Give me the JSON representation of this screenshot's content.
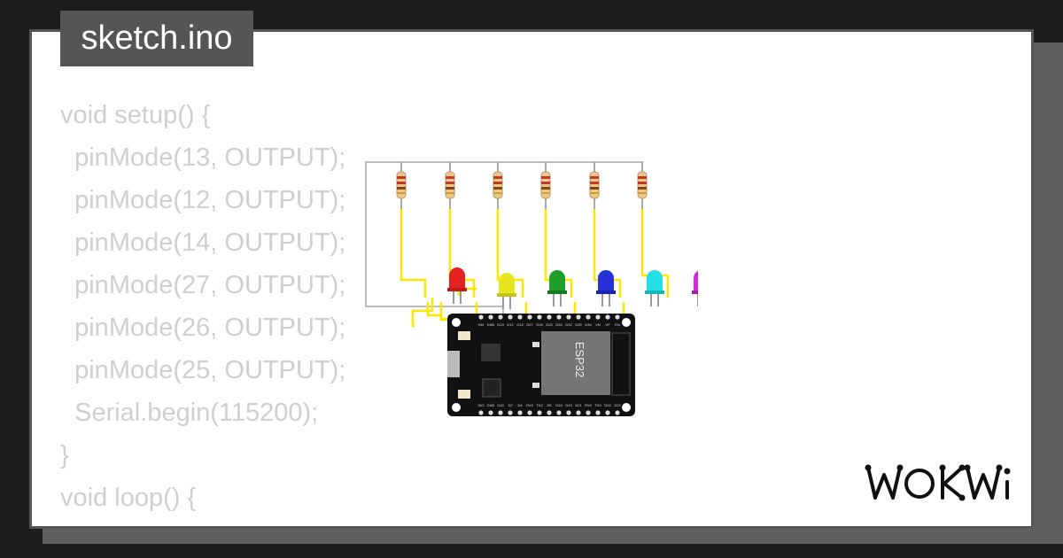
{
  "tab": {
    "title": "sketch.ino"
  },
  "code_lines": [
    "void setup() {",
    "  pinMode(13, OUTPUT);",
    "  pinMode(12, OUTPUT);",
    "  pinMode(14, OUTPUT);",
    "  pinMode(27, OUTPUT);",
    "  pinMode(26, OUTPUT);",
    "  pinMode(25, OUTPUT);",
    "  Serial.begin(115200);",
    "}",
    "",
    "void loop() {"
  ],
  "board": {
    "name": "ESP32",
    "top_pins": [
      "VIN",
      "GND",
      "D13",
      "D12",
      "D14",
      "D27",
      "D26",
      "D25",
      "D33",
      "D32",
      "D35",
      "D34",
      "VN",
      "VP",
      "EN"
    ],
    "bottom_pins": [
      "3V3",
      "GND",
      "D15",
      "D2",
      "D4",
      "RX2",
      "TX2",
      "D5",
      "D18",
      "D19",
      "D21",
      "RX0",
      "TX0",
      "D22",
      "D23"
    ]
  },
  "leds": [
    {
      "color": "red",
      "hex": "#e52222"
    },
    {
      "color": "yellow",
      "hex": "#e6e61e"
    },
    {
      "color": "green",
      "hex": "#1e9e2a"
    },
    {
      "color": "blue",
      "hex": "#2630d8"
    },
    {
      "color": "cyan",
      "hex": "#22e0e6"
    },
    {
      "color": "magenta",
      "hex": "#d626d6"
    }
  ],
  "logo": {
    "text": "WOKWi"
  },
  "colors": {
    "wire": "#ffe600",
    "gnd_wire": "#bdbdbd",
    "board": "#111111",
    "chip": "#757575"
  }
}
